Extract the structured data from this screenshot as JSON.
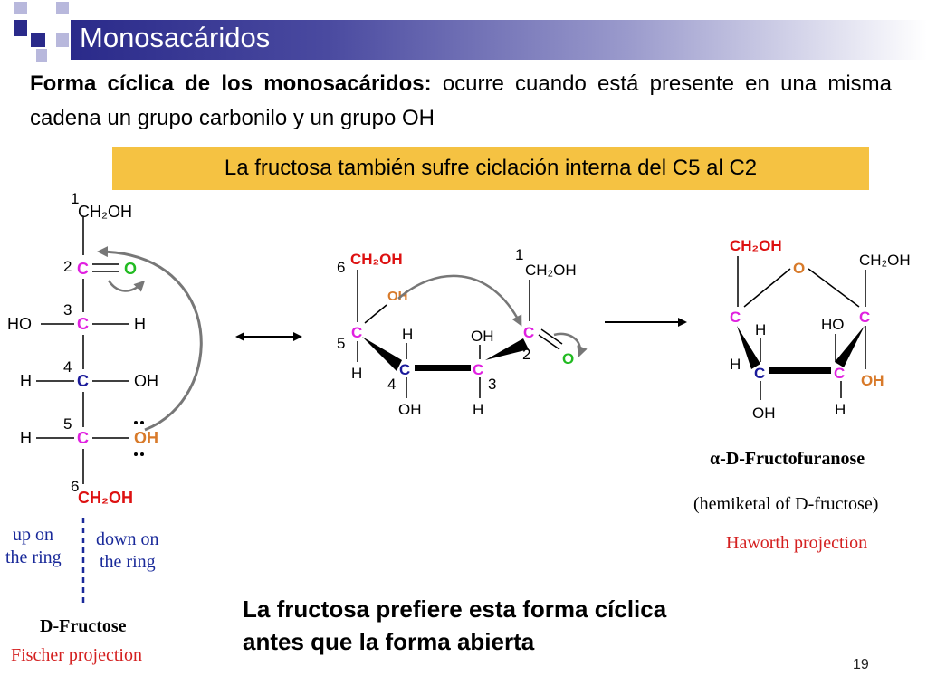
{
  "title": "Monosacáridos",
  "intro": {
    "bold": "Forma cíclica de los monosacáridos:",
    "rest": " ocurre cuando está presente en una misma cadena un grupo carbonilo y un grupo OH"
  },
  "banner": "La fructosa también sufre ciclación interna del C5 al C2",
  "fischer": {
    "c1_num": "1",
    "c1_group": "CH₂OH",
    "c2_num": "2",
    "c2_c": "C",
    "c2_o": "O",
    "c3_num": "3",
    "c3_left": "HO",
    "c3_c": "C",
    "c3_right": "H",
    "c4_num": "4",
    "c4_left": "H",
    "c4_c": "C",
    "c4_right": "OH",
    "c5_num": "5",
    "c5_left": "H",
    "c5_c": "C",
    "c5_right": "OH",
    "c6_num": "6",
    "c6_group": "CH₂OH",
    "up_line1": "up on",
    "up_line2": "the ring",
    "down_line1": "down on",
    "down_line2": "the ring",
    "name": "D-Fructose",
    "projection": "Fischer projection"
  },
  "open_chain": {
    "c6_num": "6",
    "c6_group": "CH₂OH",
    "c5_oh": "OH",
    "c5_c": "C",
    "c5_num": "5",
    "c5_h": "H",
    "c4_h_top": "H",
    "c4_c": "C",
    "c4_num": "4",
    "c4_oh": "OH",
    "c3_oh": "OH",
    "c3_c": "C",
    "c3_num": "3",
    "c3_h": "H",
    "c1_num": "1",
    "c1_group": "CH₂OH",
    "c2_c": "C",
    "c2_num": "2",
    "c2_o": "O"
  },
  "haworth": {
    "ch2oh_left": "CH₂OH",
    "ring_o": "O",
    "ch2oh_right": "CH₂OH",
    "c_left": "C",
    "h_upper_left": "H",
    "h_left": "H",
    "ho_right": "HO",
    "c_right": "C",
    "c_bottom_left": "C",
    "c_bottom_right": "C",
    "oh_right": "OH",
    "oh_bottom": "OH",
    "h_bottom": "H",
    "name": "α-D-Fructofuranose",
    "subtitle": "(hemiketal of D-fructose)",
    "projection": "Haworth projection"
  },
  "bottom_text_line1": "La fructosa prefiere esta forma cíclica",
  "bottom_text_line2": "antes que la forma abierta",
  "slide_number": "19",
  "colors": {
    "carbon": "#e020e0",
    "oxygen": "#22bb22",
    "hydroxyl_orange": "#d87a2a",
    "red_group": "#dd1111",
    "label_blue": "#1a2a9a",
    "label_red": "#d42020",
    "banner": "#f5c242",
    "title_dark": "#2a2a8a",
    "square_light": "#b8b8dc"
  }
}
